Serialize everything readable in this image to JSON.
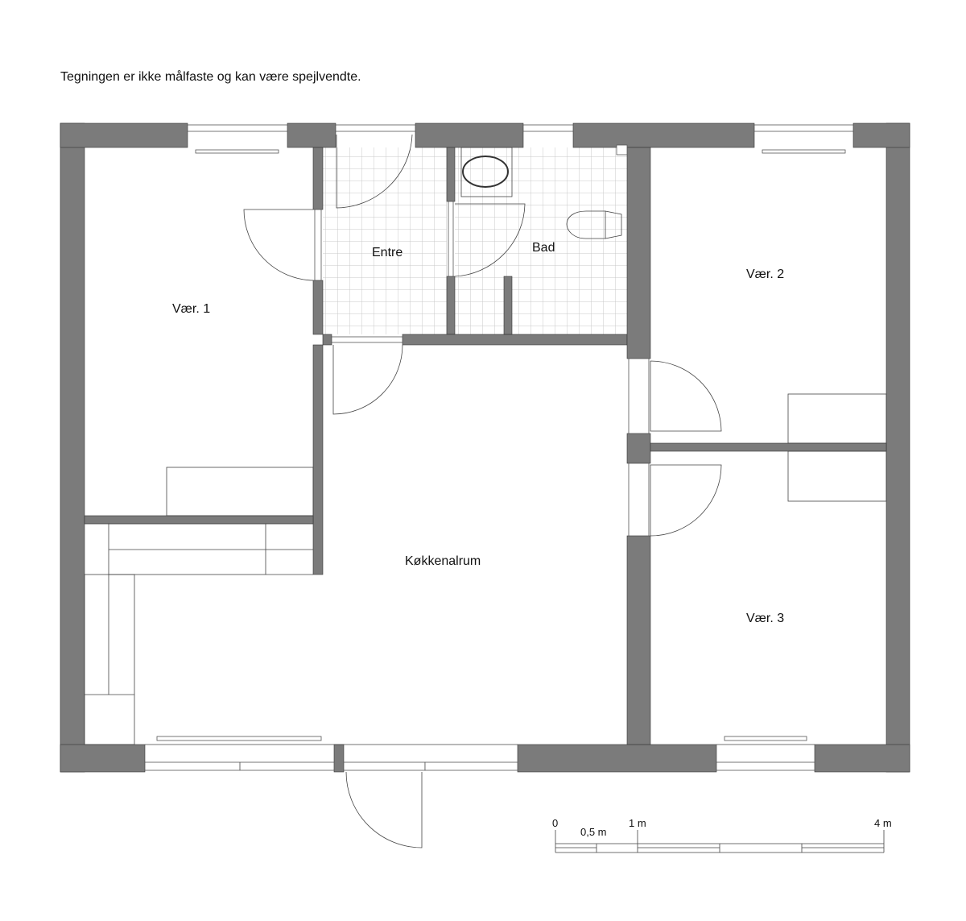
{
  "note": "Tegningen er ikke målfaste og kan være spejlvendte.",
  "rooms": {
    "vaer1": "Vær. 1",
    "entre": "Entre",
    "bad": "Bad",
    "vaer2": "Vær. 2",
    "vaer3": "Vær. 3",
    "kokken": "Køkkenalrum"
  },
  "scale": {
    "zero": "0",
    "half": "0,5 m",
    "one": "1 m",
    "four": "4 m"
  },
  "colors": {
    "wall": "#7b7b7b",
    "tile": "#c8c8c8"
  }
}
